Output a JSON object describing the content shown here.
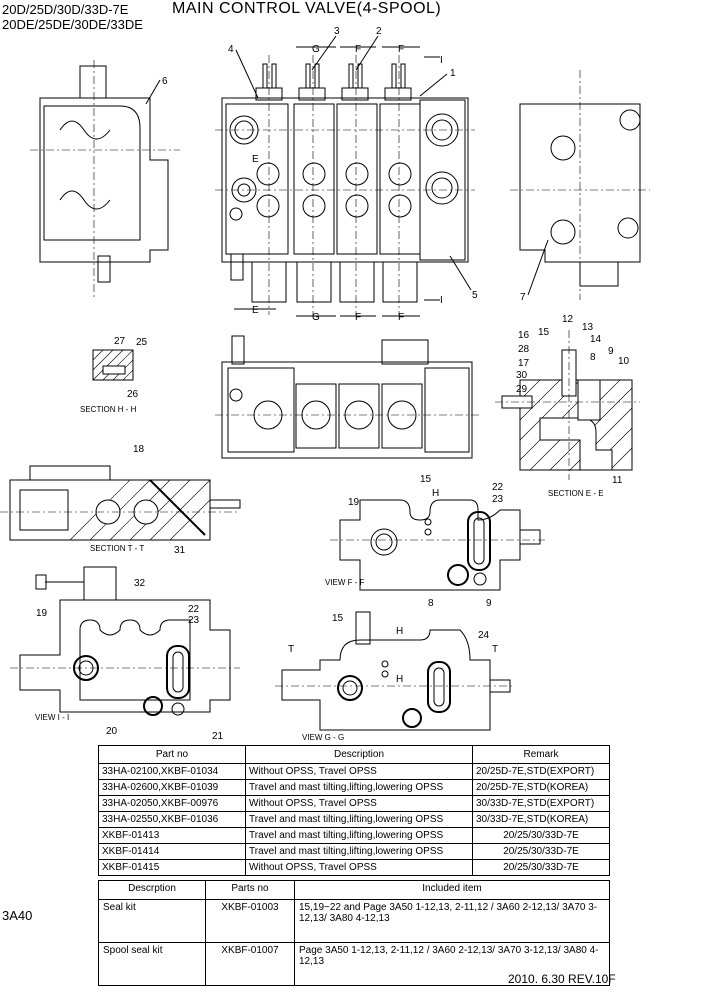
{
  "header": {
    "models_line1": "20D/25D/30D/33D-7E",
    "models_line2": "20DE/25DE/30DE/33DE",
    "title": "MAIN CONTROL VALVE(4-SPOOL)"
  },
  "page_code": "3A40",
  "date_rev": "2010. 6.30  REV.10F",
  "callouts": [
    "1",
    "2",
    "3",
    "4",
    "5",
    "6",
    "7",
    "8",
    "9",
    "10",
    "11",
    "12",
    "13",
    "14",
    "15",
    "16",
    "17",
    "18",
    "19",
    "20",
    "21",
    "22",
    "23",
    "24",
    "25",
    "26",
    "27",
    "28",
    "29",
    "30",
    "31",
    "32"
  ],
  "section_marks": {
    "E": "E",
    "F": "F",
    "G": "G",
    "H": "H",
    "I": "I",
    "T": "T"
  },
  "view_captions": {
    "section_hh": "SECTION H - H",
    "section_tt": "SECTION T - T",
    "section_ee": "SECTION E - E",
    "view_ff": "VIEW F - F",
    "view_ii": "VIEW I - I",
    "view_gg": "VIEW G - G"
  },
  "parts_table": {
    "headers": [
      "Part no",
      "Description",
      "Remark"
    ],
    "rows": [
      [
        "33HA-02100,XKBF-01034",
        "Without OPSS, Travel OPSS",
        "20/25D-7E,STD(EXPORT)"
      ],
      [
        "33HA-02600,XKBF-01039",
        "Travel and mast tilting,lifting,lowering OPSS",
        "20/25D-7E,STD(KOREA)"
      ],
      [
        "33HA-02050,XKBF-00976",
        "Without OPSS, Travel OPSS",
        "30/33D-7E,STD(EXPORT)"
      ],
      [
        "33HA-02550,XKBF-01036",
        "Travel and mast tilting,lifting,lowering OPSS",
        "30/33D-7E,STD(KOREA)"
      ],
      [
        "XKBF-01413",
        "Travel and mast tilting,lifting,lowering OPSS",
        "20/25/30/33D-7E"
      ],
      [
        "XKBF-01414",
        "Travel and mast tilting,lifting,lowering OPSS",
        "20/25/30/33D-7E"
      ],
      [
        "XKBF-01415",
        "Without OPSS, Travel OPSS",
        "20/25/30/33D-7E"
      ]
    ]
  },
  "kit_table": {
    "headers": [
      "Descrption",
      "Parts no",
      "Included item"
    ],
    "rows": [
      [
        "Seal kit",
        "XKBF-01003",
        "15,19~22 and Page 3A50 1-12,13, 2-11,12 / 3A60 2-12,13/ 3A70 3-12,13/ 3A80 4-12,13"
      ],
      [
        "Spool seal kit",
        "XKBF-01007",
        "Page 3A50 1-12,13, 2-11,12 / 3A60 2-12,13/ 3A70 3-12,13/ 3A80 4-12,13"
      ]
    ]
  }
}
